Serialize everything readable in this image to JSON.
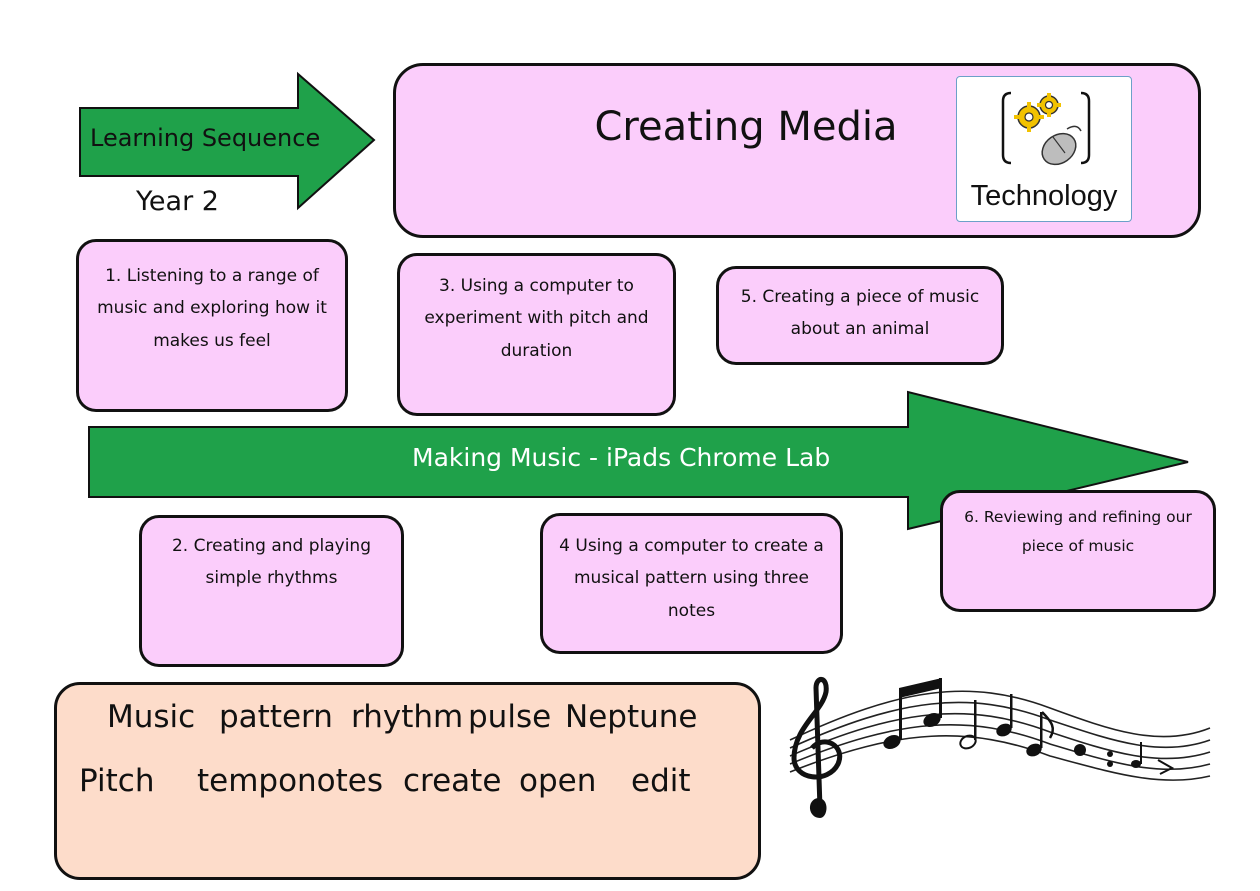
{
  "header": {
    "arrow_label": "Learning Sequence",
    "year": "Year 2",
    "title": "Creating Media",
    "technology_label": "Technology"
  },
  "steps": [
    {
      "id": 1,
      "text": "1. Listening to a range of music and exploring how it makes us feel"
    },
    {
      "id": 2,
      "text": "2. Creating and playing simple rhythms"
    },
    {
      "id": 3,
      "text": "3. Using a computer to experiment with pitch and duration"
    },
    {
      "id": 4,
      "text": "4 Using a computer to create a musical pattern using three notes"
    },
    {
      "id": 5,
      "text": "5. Creating a piece of music about an animal"
    },
    {
      "id": 6,
      "text": "6. Reviewing and refining our piece of music"
    }
  ],
  "main_arrow": {
    "label": "Making Music - iPads Chrome Lab"
  },
  "vocabulary": {
    "row1": [
      "Music",
      "pattern",
      "rhythm",
      "pulse",
      "Neptune"
    ],
    "row2": [
      "Pitch",
      "tempo",
      "notes",
      "create",
      "open",
      "edit"
    ]
  },
  "colors": {
    "arrow_green": "#1fa14a",
    "step_box_pink": "#fbcdfb",
    "vocab_box_peach": "#fddcca",
    "gear_gold": "#f2c200"
  },
  "icons": [
    "gears-icon",
    "computer-mouse-icon",
    "music-staff-icon",
    "treble-clef-icon"
  ]
}
